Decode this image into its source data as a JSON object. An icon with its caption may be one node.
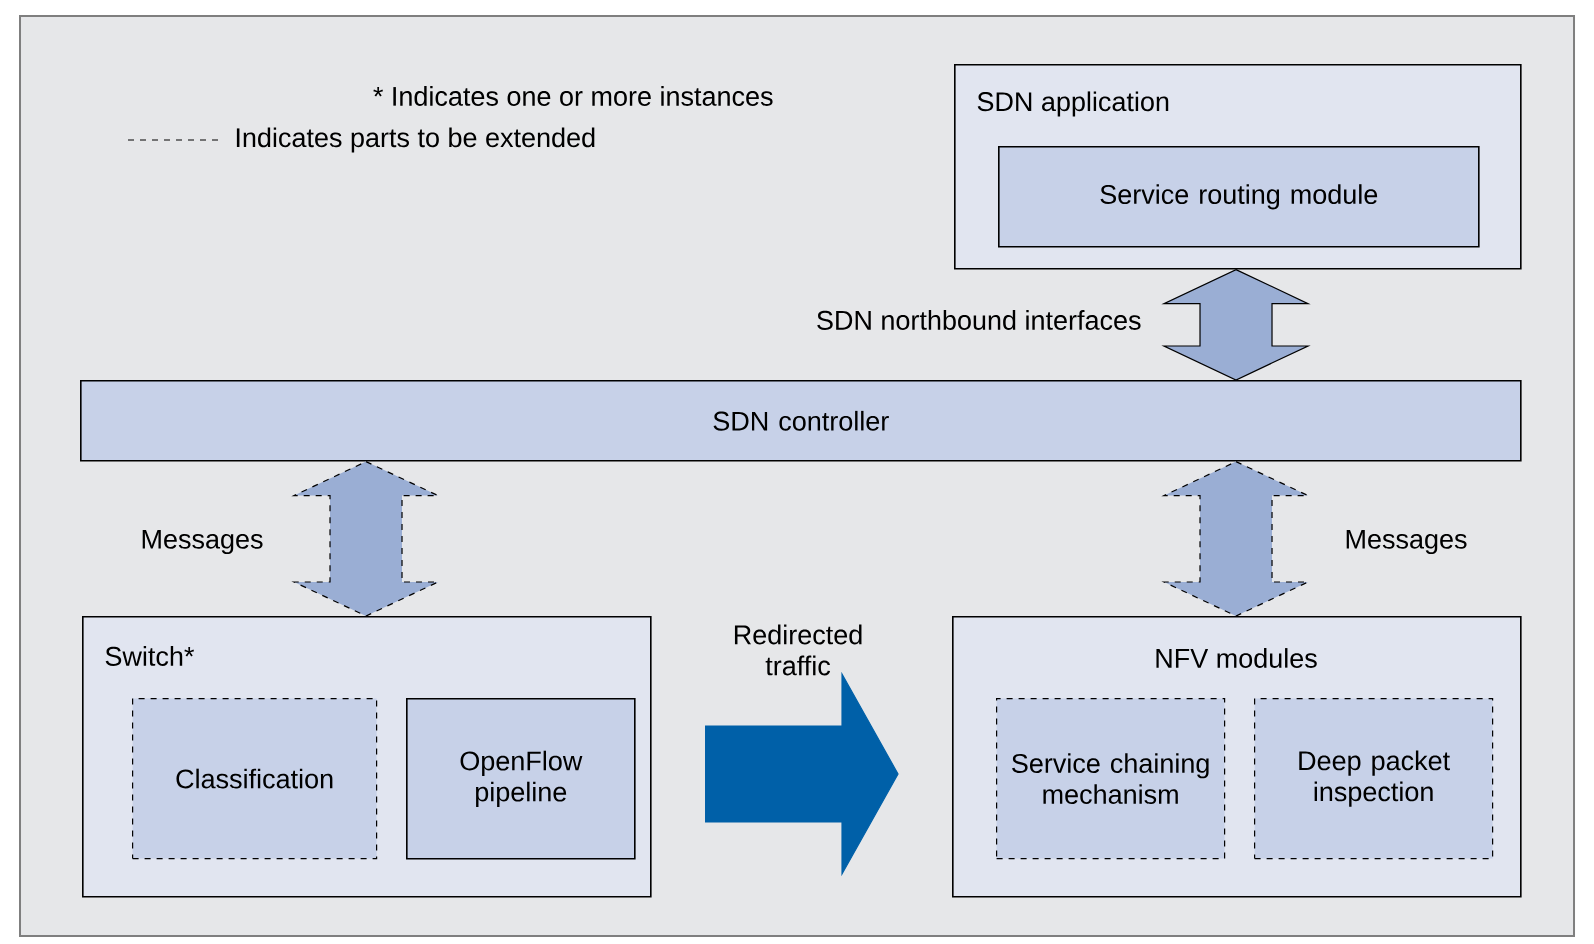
{
  "diagram": {
    "nodes": [
      {
        "text": [
          "SDN application"
        ]
      },
      {
        "text": [
          "Service routing module"
        ],
        "in": 0
      },
      {
        "text": [
          "SDN controller"
        ]
      },
      {
        "text": [
          "Switch*"
        ]
      },
      {
        "text": [
          "Classification"
        ],
        "in": 3
      },
      {
        "text": [
          "OpenFlow pipeline"
        ],
        "in": 3
      },
      {
        "text": [
          "NFV modules"
        ]
      },
      {
        "text": [
          "Service chaining mechanism"
        ],
        "in": 6
      },
      {
        "text": [
          "Deep packet inspection"
        ],
        "in": 6
      }
    ],
    "edges": [
      {
        "from": 0,
        "to": 2,
        "arrow": "both",
        "label": "SDN northbound interfaces"
      },
      {
        "from": 2,
        "to": 3,
        "arrow": "both",
        "label": "Messages",
        "style": "dashed"
      },
      {
        "from": 2,
        "to": 6,
        "arrow": "both",
        "label": "Messages",
        "style": "dashed"
      },
      {
        "from": 3,
        "to": 6,
        "arrow": "to",
        "label": "Redirected traffic",
        "color": "#0060a8"
      }
    ],
    "legend": [
      {
        "text": "* Indicates one or more instances"
      },
      {
        "text": "Indicates parts to be extended"
      }
    ]
  }
}
